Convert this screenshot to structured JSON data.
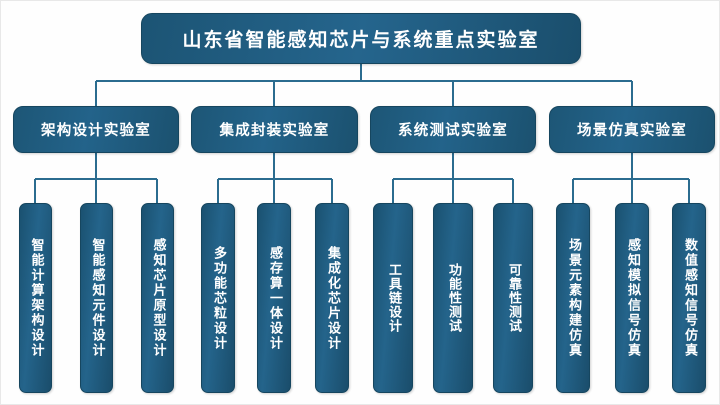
{
  "diagram": {
    "type": "organization-chart",
    "title": "山东省智能感知芯片与系统重点实验室",
    "colors": {
      "node_fill": "#1f5878",
      "node_border": "#16465f",
      "node_text": "#ffffff",
      "connector": "#2b6c8f",
      "background": "#ffffff"
    },
    "root": {
      "label": "山东省智能感知芯片与系统重点实验室"
    },
    "branches": [
      {
        "label": "架构设计实验室",
        "children": [
          {
            "label": "智能计算架构设计"
          },
          {
            "label": "智能感知元件设计"
          },
          {
            "label": "感知芯片原型设计"
          }
        ]
      },
      {
        "label": "集成封装实验室",
        "children": [
          {
            "label": "多功能芯粒设计"
          },
          {
            "label": "感存算一体设计"
          },
          {
            "label": "集成化芯片设计"
          }
        ]
      },
      {
        "label": "系统测试实验室",
        "children": [
          {
            "label": "工具链设计"
          },
          {
            "label": "功能性测试"
          },
          {
            "label": "可靠性测试"
          }
        ]
      },
      {
        "label": "场景仿真实验室",
        "children": [
          {
            "label": "场景元素构建仿真"
          },
          {
            "label": "感知模拟信号仿真"
          },
          {
            "label": "数值感知信号仿真"
          }
        ]
      }
    ]
  }
}
